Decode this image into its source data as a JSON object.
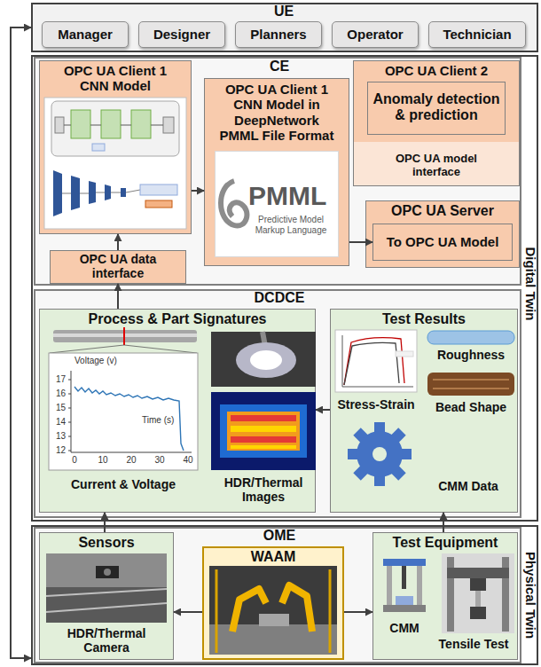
{
  "diagram": {
    "nodes": [
      {
        "text": [
          "UE"
        ]
      },
      {
        "text": [
          "Manager"
        ],
        "in": 0
      },
      {
        "text": [
          "Designer"
        ],
        "in": 0
      },
      {
        "text": [
          "Planners"
        ],
        "in": 0
      },
      {
        "text": [
          "Operator"
        ],
        "in": 0
      },
      {
        "text": [
          "Technician"
        ],
        "in": 0
      },
      {
        "text": [
          "Digital Twin"
        ]
      },
      {
        "text": [
          "CE"
        ],
        "in": 6
      },
      {
        "text": [
          "OPC UA Client 1 CNN Model"
        ],
        "in": 7
      },
      {
        "text": [
          "OPC UA data interface"
        ],
        "in": 7
      },
      {
        "text": [
          "OPC UA Client 1 CNN Model in DeepNetwork PMML File Format"
        ],
        "in": 7
      },
      {
        "text": [
          "PMML",
          "Predictive Model Markup Language"
        ],
        "in": 10
      },
      {
        "text": [
          "OPC UA Client 2",
          "OPC UA model interface"
        ],
        "in": 7
      },
      {
        "text": [
          "Anomaly detection & prediction"
        ],
        "in": 12
      },
      {
        "text": [
          "OPC UA Server"
        ],
        "in": 7
      },
      {
        "text": [
          "To OPC UA Model"
        ],
        "in": 14
      },
      {
        "text": [
          "DCDCE"
        ],
        "in": 6
      },
      {
        "text": [
          "Process & Part Signatures",
          "Current & Voltage",
          "HDR/Thermal Images"
        ],
        "in": 16
      },
      {
        "text": [
          "Test Results",
          "Stress-Strain",
          "Roughness",
          "Bead Shape",
          "CMM Data"
        ],
        "in": 16
      },
      {
        "text": [
          "Physical Twin"
        ]
      },
      {
        "text": [
          "OME"
        ],
        "in": 19
      },
      {
        "text": [
          "Sensors",
          "HDR/Thermal Camera"
        ],
        "in": 20
      },
      {
        "text": [
          "WAAM"
        ],
        "in": 20
      },
      {
        "text": [
          "Test Equipment",
          "CMM",
          "Tensile Test"
        ],
        "in": 20
      }
    ],
    "edges": [
      {
        "from": 9,
        "to": 8,
        "arrow": "to"
      },
      {
        "from": 8,
        "to": 10,
        "arrow": "to"
      },
      {
        "from": 10,
        "to": 15,
        "arrow": "to"
      },
      {
        "from": 18,
        "to": 17,
        "arrow": "to"
      },
      {
        "from": 17,
        "to": 9,
        "arrow": "to"
      },
      {
        "from": 21,
        "to": 17,
        "arrow": "to"
      },
      {
        "from": 23,
        "to": 18,
        "arrow": "to"
      },
      {
        "from": 22,
        "to": 21,
        "arrow": "to"
      },
      {
        "from": 22,
        "to": 23,
        "arrow": "to"
      },
      {
        "from": 19,
        "to": 0,
        "arrow": "both"
      }
    ],
    "labels": [
      "Voltage (v)",
      "Time (s)",
      "17",
      "16",
      "15",
      "14",
      "13",
      "12",
      "0",
      "10",
      "20",
      "30",
      "40"
    ]
  }
}
